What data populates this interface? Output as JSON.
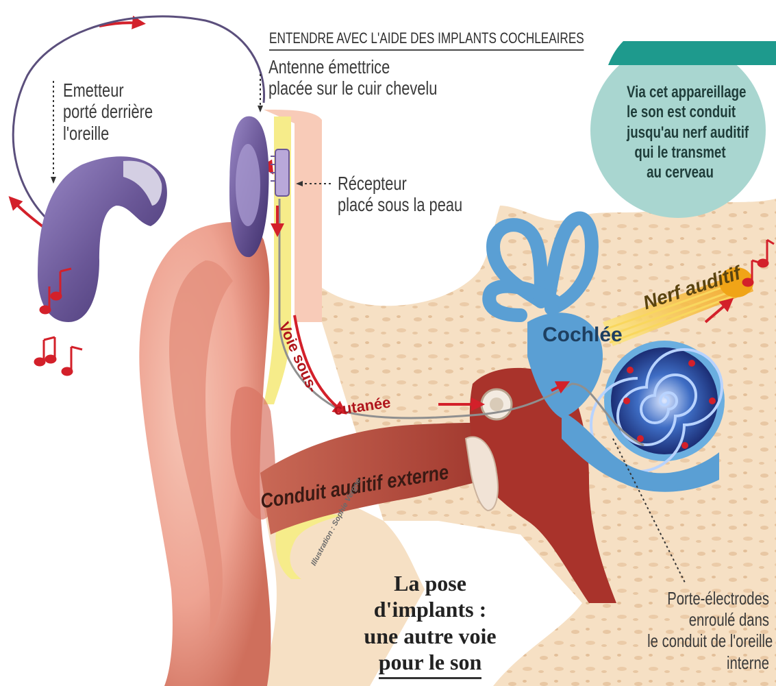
{
  "header": {
    "title": "ENTENDRE AVEC L'AIDE DES IMPLANTS COCHLEAIRES"
  },
  "labels": {
    "antenna": [
      "Antenne émettrice",
      "placée sur le cuir chevelu"
    ],
    "emitter": [
      "Emetteur",
      "porté derrière",
      "l'oreille"
    ],
    "receiver": [
      "Récepteur",
      "placé sous la peau"
    ],
    "cochlea": "Cochlée",
    "nerve": "Nerf auditif",
    "ear_canal": "Conduit auditif externe",
    "subcutaneous_path_a": "Voie sous-",
    "subcutaneous_path_b": "cutanée",
    "electrodes": [
      "Porte-électrodes",
      "enroulé dans",
      "le conduit de l'oreille",
      "interne"
    ],
    "credit": "Illustration : Sophie Vergne"
  },
  "info_box": {
    "lines": [
      "Via cet appareillage",
      "le son est conduit",
      "jusqu'au nerf auditif",
      "qui le transmet",
      "au cerveau"
    ]
  },
  "headline": {
    "lines": [
      "La pose",
      "d'implants :",
      "une autre voie",
      "pour le son"
    ]
  },
  "icons": {
    "music": "music-notes-icon",
    "flow_arrow": "red-arrow-icon"
  },
  "colors": {
    "skin": "#efa493",
    "skin_dark": "#c8604f",
    "bone": "#f7e3c8",
    "canal": "#b54a3c",
    "device": "#6e5a9c",
    "cochlea": "#5a9fd4",
    "spiral": "#1e3f8a",
    "nerve": "#f3c13a",
    "arrow": "#d3202a",
    "info_bg": "#a9d6d0",
    "info_band": "#1e9a8d"
  }
}
